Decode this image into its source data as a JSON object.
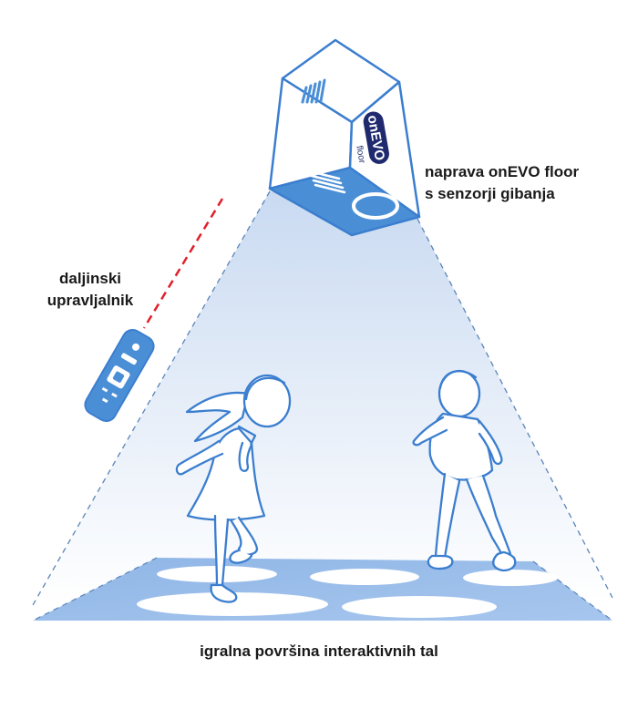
{
  "labels": {
    "device_line1": "naprava onEVO floor",
    "device_line2": "s senzorji gibanja",
    "remote_line1": "daljinski",
    "remote_line2": "upravljalnik",
    "surface": "igralna površina interaktivnih tal"
  },
  "device_logo": {
    "brand": "onEVO",
    "sub": "floor"
  },
  "colors": {
    "primary_blue": "#4a8fd6",
    "light_blue": "#a9c9ec",
    "floor_blue": "#9fc0ea",
    "outline": "#3b7ecf",
    "beam_dash": "#5a84b8",
    "remote_signal": "#e0202a",
    "text": "#1a1a1a"
  },
  "icons": [
    "onevo-device-icon",
    "remote-control-icon",
    "girl-figure-icon",
    "boy-figure-icon"
  ]
}
